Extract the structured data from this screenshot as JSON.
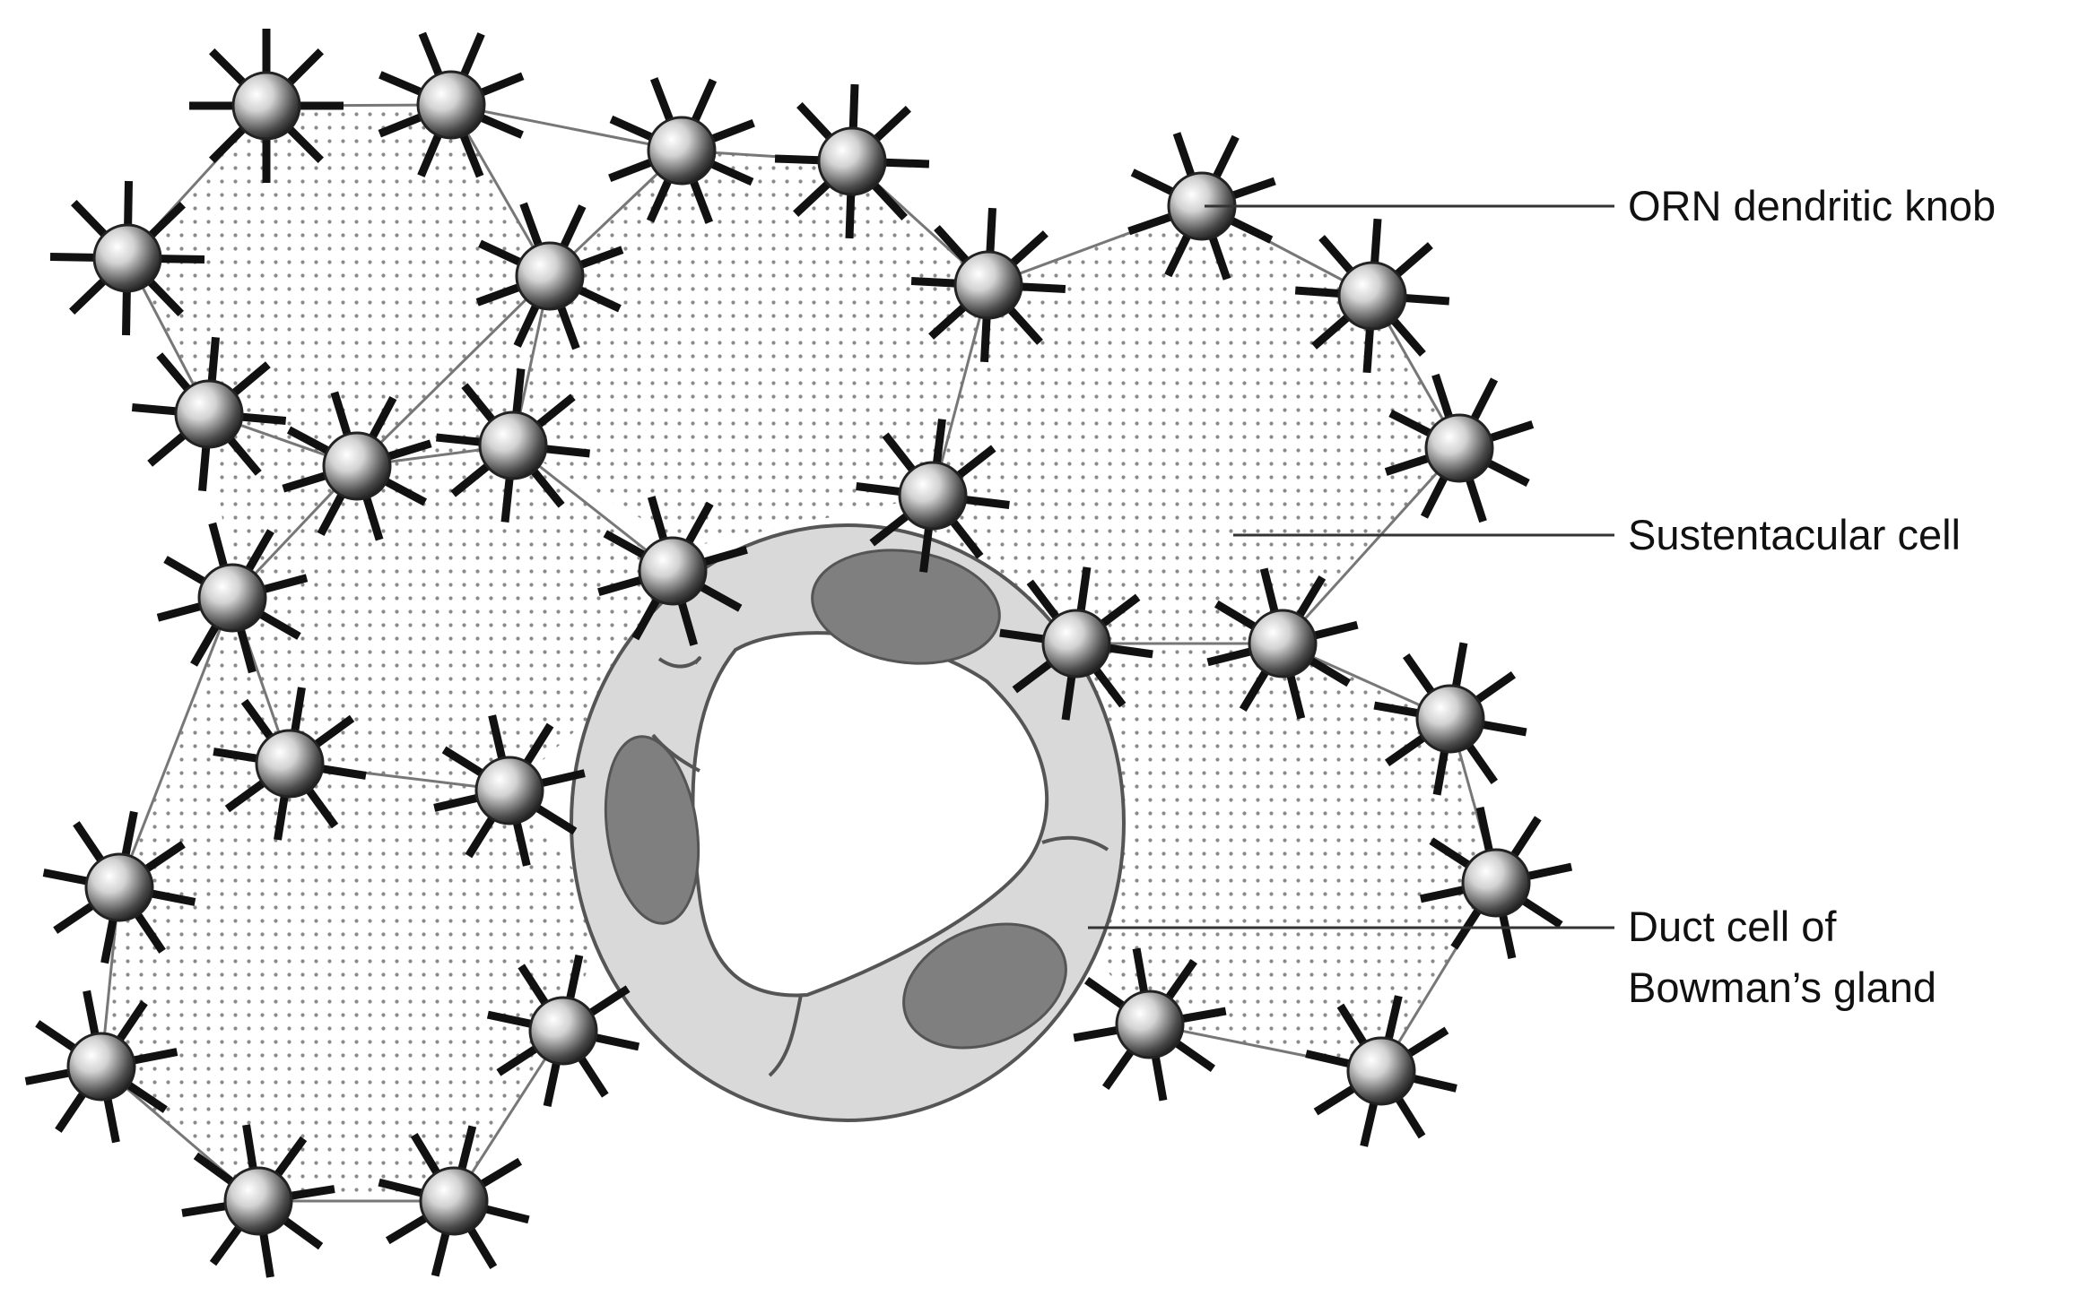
{
  "labels": {
    "orn_knob": "ORN dendritic knob",
    "sustentacular": "Sustentacular cell",
    "duct_line1": "Duct cell of",
    "duct_line2": "Bowman’s gland"
  },
  "colors": {
    "background": "#ffffff",
    "sustentacular_fill": "#ffffff",
    "sustentacular_dots": "#8a8a8a",
    "duct_cell": "#d9d9d9",
    "duct_nucleus": "#7f7f7f",
    "knob_stroke": "#111111",
    "connector": "#777777"
  }
}
